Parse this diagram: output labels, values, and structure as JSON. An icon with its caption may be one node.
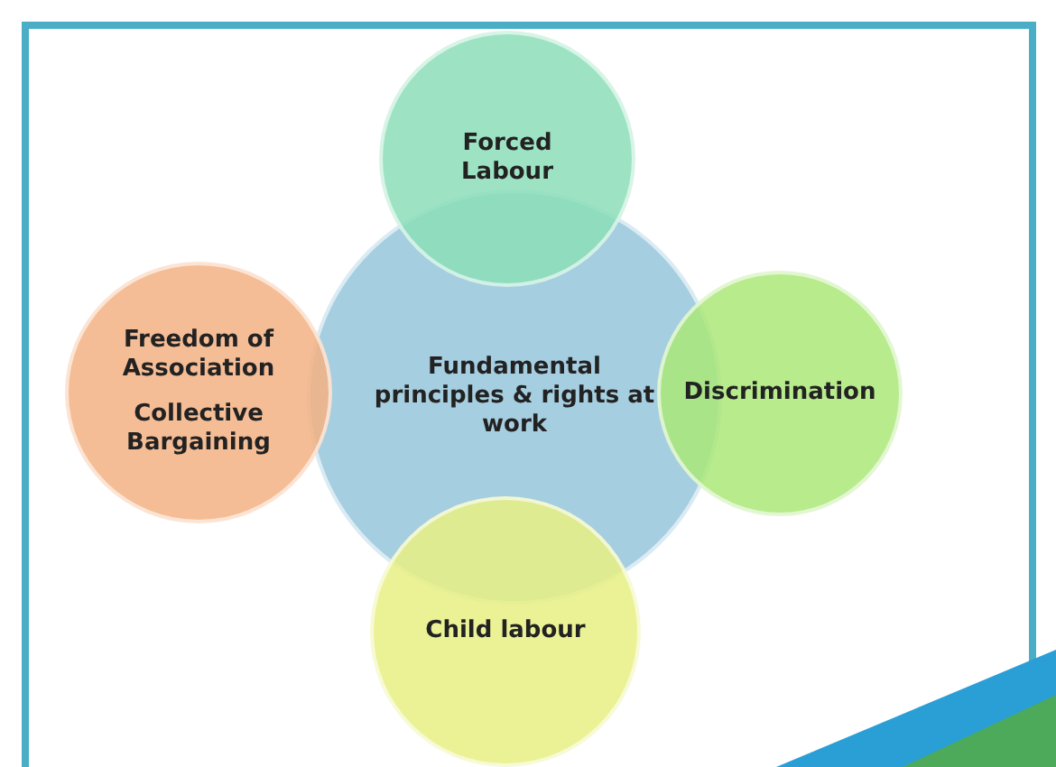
{
  "diagram": {
    "nodes": [
      {
        "text": [
          "Fundamental principles & rights at work"
        ]
      },
      {
        "text": [
          "Forced Labour"
        ]
      },
      {
        "text": [
          "Freedom of Association",
          "Collective Bargaining"
        ]
      },
      {
        "text": [
          "Discrimination"
        ]
      },
      {
        "text": [
          "Child labour"
        ]
      }
    ],
    "edges": []
  }
}
